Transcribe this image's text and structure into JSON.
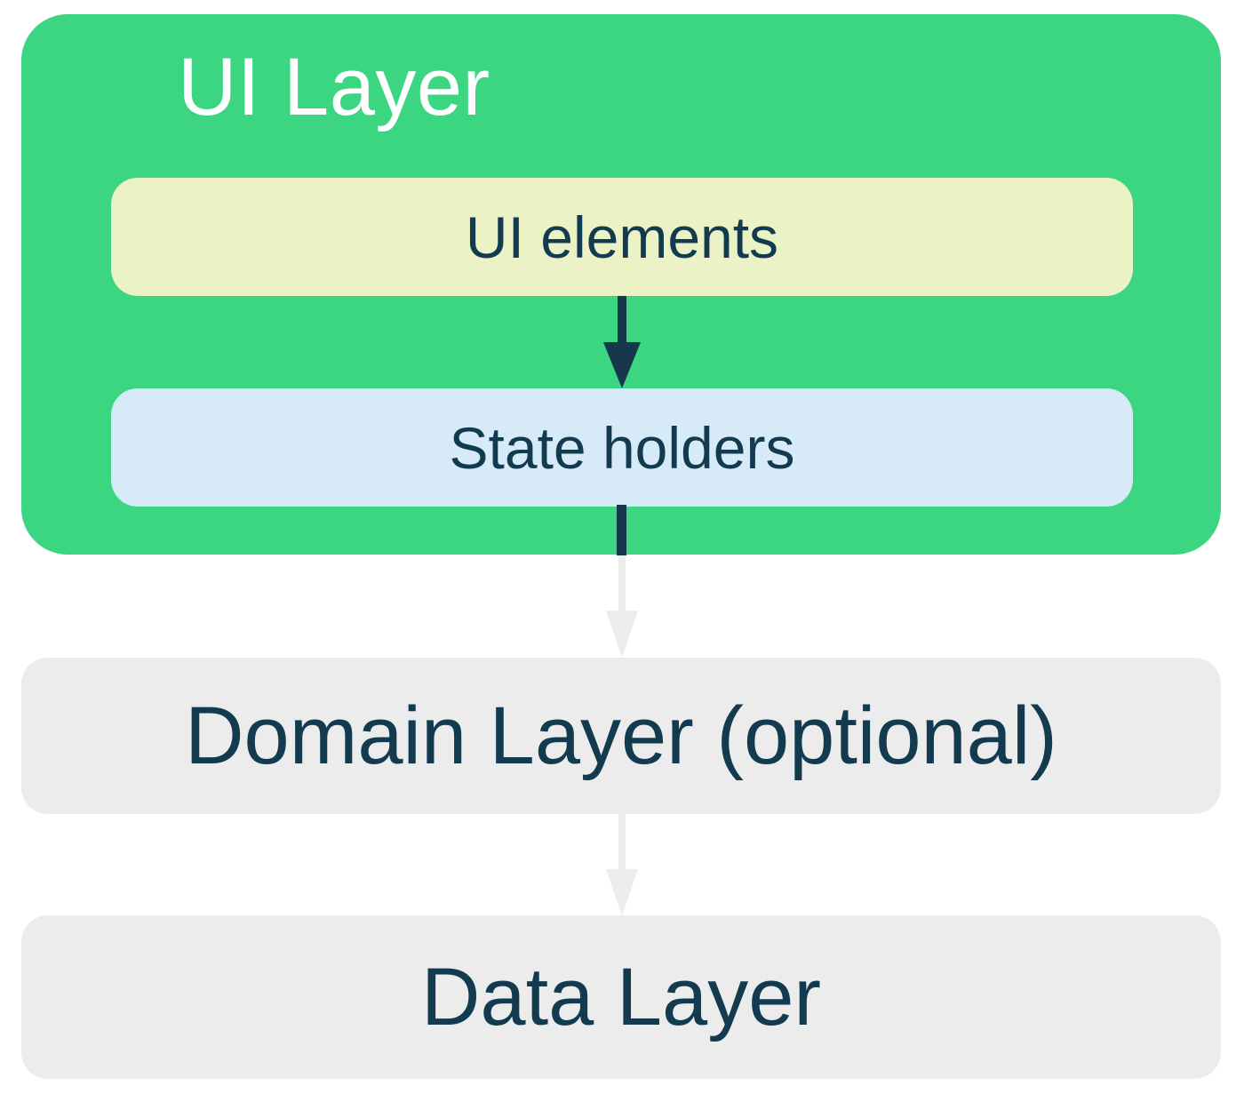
{
  "colors": {
    "ui_layer_green": "#3cd682",
    "ui_elements_yellow": "#ebf2c6",
    "state_holders_blue": "#d7eaf8",
    "layer_gray": "#ececec",
    "text_navy": "#123b50",
    "title_white": "#ffffff",
    "arrow_navy": "#16374c",
    "arrow_light_gray": "#ededed"
  },
  "diagram": {
    "ui_layer": {
      "title": "UI Layer"
    },
    "ui_elements": {
      "label": "UI elements"
    },
    "state_holders": {
      "label": "State holders"
    },
    "domain_layer": {
      "label": "Domain Layer (optional)"
    },
    "data_layer": {
      "label": "Data Layer"
    }
  }
}
